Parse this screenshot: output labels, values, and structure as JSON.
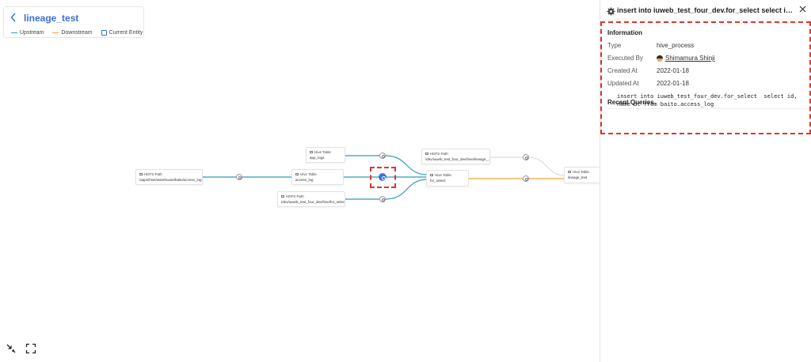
{
  "header": {
    "title": "lineage_test",
    "legend": {
      "upstream": "Upstream",
      "downstream": "Downstream",
      "current_entity": "Current Entity",
      "upstream_color": "#2d9cb5",
      "downstream_color": "#f2a33a"
    }
  },
  "graph": {
    "nodes": {
      "hdfs_baito": {
        "type": "HDFS Path",
        "name": "/apps/hive/warehouse/baito/access_log"
      },
      "hive_applog2": {
        "type": "Hive Table",
        "name": "app_log2"
      },
      "hive_access_log": {
        "type": "Hive Table",
        "name": "access_log"
      },
      "hdfs_for_select": {
        "type": "HDFS Path",
        "name": "/dev/iuweb_test_four_dev/hive/for_select"
      },
      "hdfs_lineage": {
        "type": "HDFS Path",
        "name": "/dev/iuweb_test_four_dev/hive/lineage_..."
      },
      "hive_for_select": {
        "type": "Hive Table",
        "name": "for_select"
      },
      "hive_lineage_test": {
        "type": "Hive Table",
        "name": "lineage_test"
      }
    },
    "edge_colors": {
      "upstream": "#2d9cb5",
      "downstream": "#f2a33a",
      "neutral": "#d6d6d6",
      "highlight": "#3f6fe0"
    }
  },
  "controls": {
    "collapse_icon": "arrows-in-icon",
    "fullscreen_icon": "fullscreen-icon"
  },
  "panel": {
    "title": "insert into iuweb_test_four_dev.for_select select id, na...",
    "info_heading": "Information",
    "labels": {
      "type": "Type",
      "executed_by": "Executed By",
      "created_at": "Created At",
      "updated_at": "Updated At"
    },
    "values": {
      "type": "hive_process",
      "executed_by": "Shimamura Shinji",
      "created_at": "2022-01-18",
      "updated_at": "2022-01-18"
    },
    "queries_heading": "Recent Queries",
    "query": "insert into iuweb_test_four_dev.for_select  select id,\nname dt from baito.access_log"
  },
  "colors": {
    "accent": "#3a6fd8",
    "selection": "#e5322b"
  }
}
